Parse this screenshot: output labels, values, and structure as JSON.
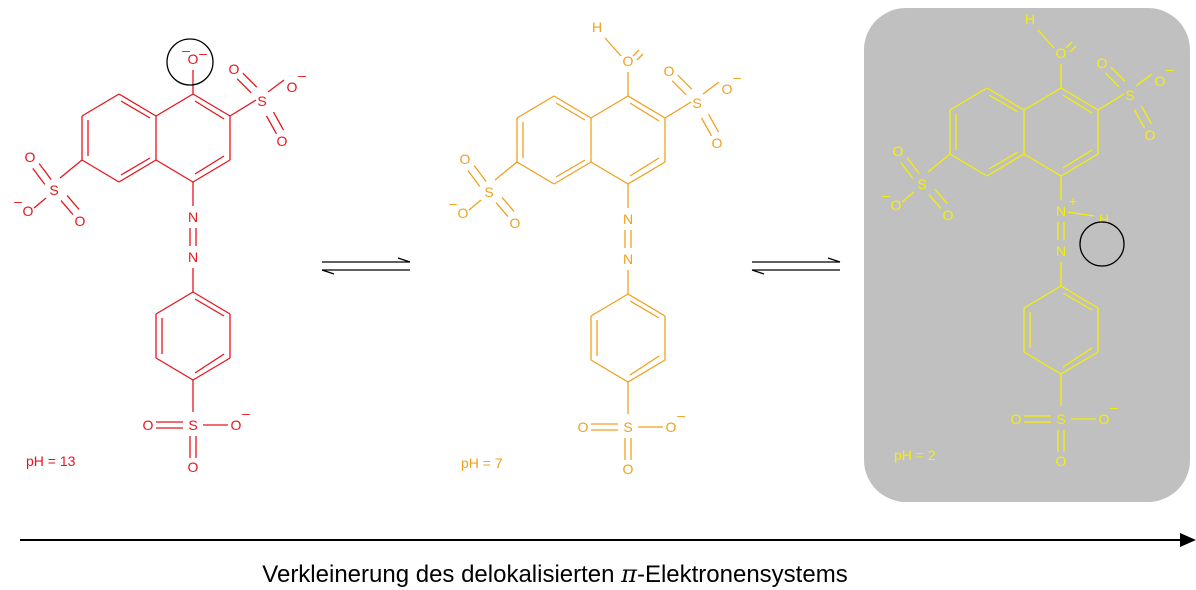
{
  "molecules": [
    {
      "id": "mol-ph13",
      "color": "#e8141c",
      "ph_label": "pH = 13",
      "oxygen_label": "O",
      "circled": "phenolate-oxygen",
      "azo_n1": "N",
      "azo_n2": "N",
      "azo_n1_charge": "",
      "azo_extra_h": "",
      "oh_h": ""
    },
    {
      "id": "mol-ph7",
      "color": "#f0a020",
      "ph_label": "pH = 7",
      "oxygen_label": "O",
      "circled": "",
      "azo_n1": "N",
      "azo_n2": "N",
      "azo_n1_charge": "",
      "azo_extra_h": "",
      "oh_h": "H"
    },
    {
      "id": "mol-ph2",
      "color": "#f5f000",
      "ph_label": "pH = 2",
      "oxygen_label": "O",
      "circled": "azo-proton",
      "azo_n1": "N",
      "azo_n2": "N",
      "azo_n1_charge": "+",
      "azo_extra_h": "H",
      "oh_h": "H"
    }
  ],
  "sulfonate": {
    "S": "S",
    "O": "O",
    "charge": "–"
  },
  "equilibrium_arrows": 2,
  "highlight_box_color": "#c0c0c0",
  "axis_arrow_color": "#000000",
  "caption": {
    "before": "Verkleinerung des delokalisierten ",
    "symbol": "π",
    "after": "-Elektronensystems"
  }
}
